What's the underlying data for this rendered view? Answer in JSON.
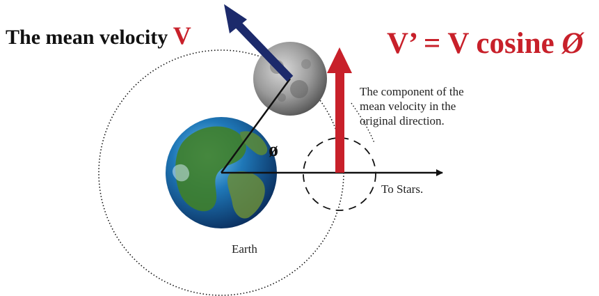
{
  "title": {
    "text": "The mean velocity",
    "symbol": "V"
  },
  "formula": {
    "lhs": "V’ = V cosine",
    "angle_symbol": "Ø"
  },
  "annotation": {
    "lines": [
      "The component of the",
      "mean velocity in the",
      "original direction."
    ]
  },
  "labels": {
    "stars": "To Stars.",
    "earth": "Earth",
    "angle": "ø"
  },
  "icons": {
    "earth": "earth-globe-icon",
    "moon": "moon-icon"
  },
  "colors": {
    "velocity_arrow": "#1c2a6b",
    "component_arrow": "#c8202a",
    "text_accent": "#c8202a",
    "orbit": "#111111"
  }
}
